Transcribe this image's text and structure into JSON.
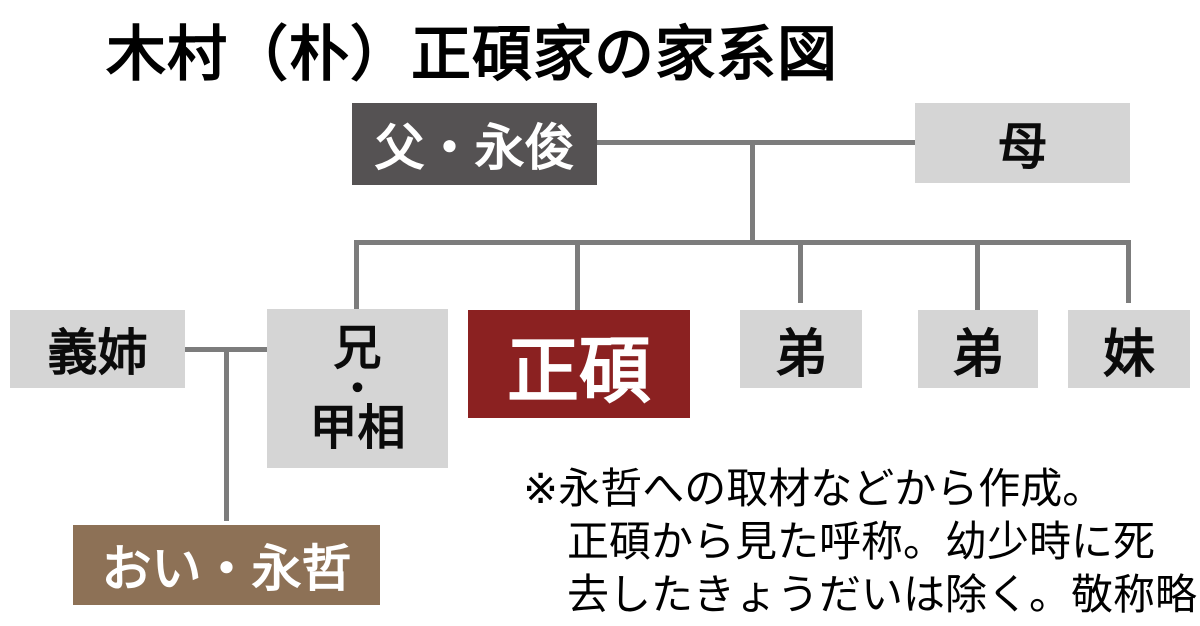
{
  "title": "木村（朴）正碩家の家系図",
  "colors": {
    "dark_box": "#555253",
    "light_box": "#d5d5d5",
    "highlight_red_box": "#8b2121",
    "nephew_brown_box": "#8d7156",
    "connector_line": "#7c7c7c",
    "text_on_dark": "#ffffff",
    "text_on_light": "#0b0b0b"
  },
  "nodes": {
    "father": {
      "label": "父・永俊"
    },
    "mother": {
      "label": "母"
    },
    "sister_in_law": {
      "label": "義姉"
    },
    "elder_brother": {
      "line1": "兄",
      "line2": "・",
      "line3": "甲相"
    },
    "jeongseok": {
      "label": "正碩"
    },
    "younger_brother_1": {
      "label": "弟"
    },
    "younger_brother_2": {
      "label": "弟"
    },
    "younger_sister": {
      "label": "妹"
    },
    "nephew": {
      "label": "おい・永哲"
    }
  },
  "note": {
    "line1": "※永哲への取材などから作成。",
    "line2": "正碩から見た呼称。幼少時に死",
    "line3": "去したきょうだいは除く。敬称略"
  }
}
